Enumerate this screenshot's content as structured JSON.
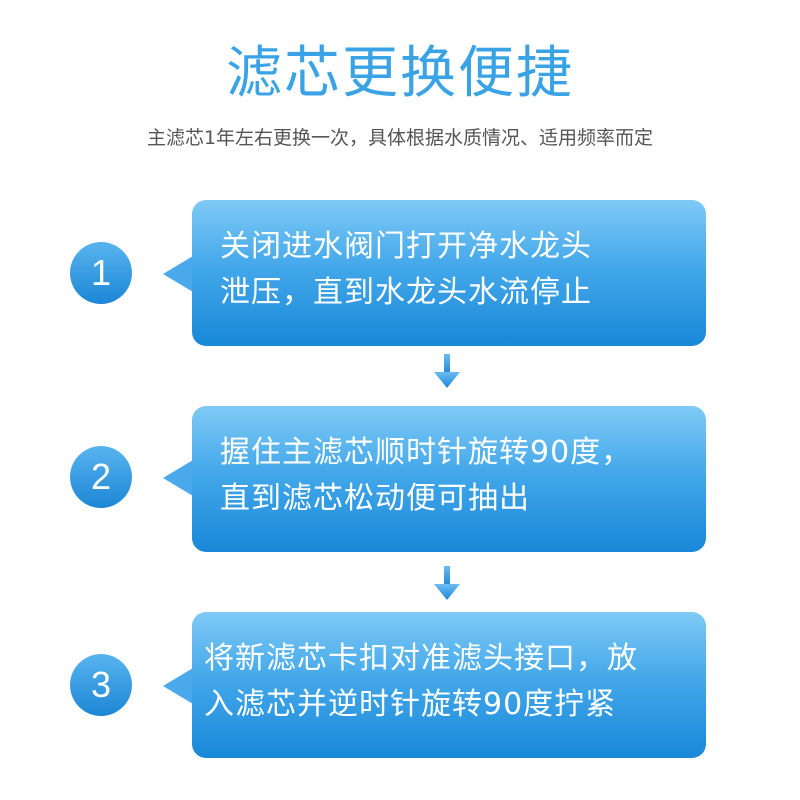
{
  "header": {
    "title": "滤芯更换便捷",
    "subtitle": "主滤芯1年左右更换一次，具体根据水质情况、适用频率而定"
  },
  "colors": {
    "title": "#3aa3e6",
    "subtitle": "#555555",
    "bubble_top": "#7fcaf5",
    "bubble_bottom": "#1888d8",
    "circle": "#2a93dd",
    "arrow": "#2a93dd"
  },
  "steps": [
    {
      "number": "1",
      "line1": "关闭进水阀门打开净水龙头",
      "line2": "泄压，直到水龙头水流停止"
    },
    {
      "number": "2",
      "line1": "握住主滤芯顺时针旋转90度，",
      "line2": "直到滤芯松动便可抽出"
    },
    {
      "number": "3",
      "line1": "将新滤芯卡扣对准滤头接口，放",
      "line2": "入滤芯并逆时针旋转90度拧紧"
    }
  ],
  "icons": {
    "arrow": "arrow-down-icon"
  }
}
